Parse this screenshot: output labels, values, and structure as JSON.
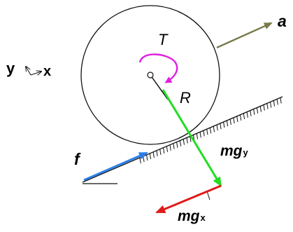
{
  "labels": {
    "acceleration": "a",
    "torque": "T",
    "radius": "R",
    "friction": "f",
    "weight_y_main": "mg",
    "weight_y_sub": "y",
    "weight_x_main": "mg",
    "weight_x_sub": "x",
    "axis_y": "y",
    "axis_x": "x"
  },
  "colors": {
    "acceleration_arrow": "#7a7a4a",
    "torque_arrow": "#e020e0",
    "weight_y_arrow": "#22dd22",
    "weight_x_arrow": "#e01a1a",
    "friction_arrow": "#2a7fe8",
    "outline": "#111111"
  }
}
